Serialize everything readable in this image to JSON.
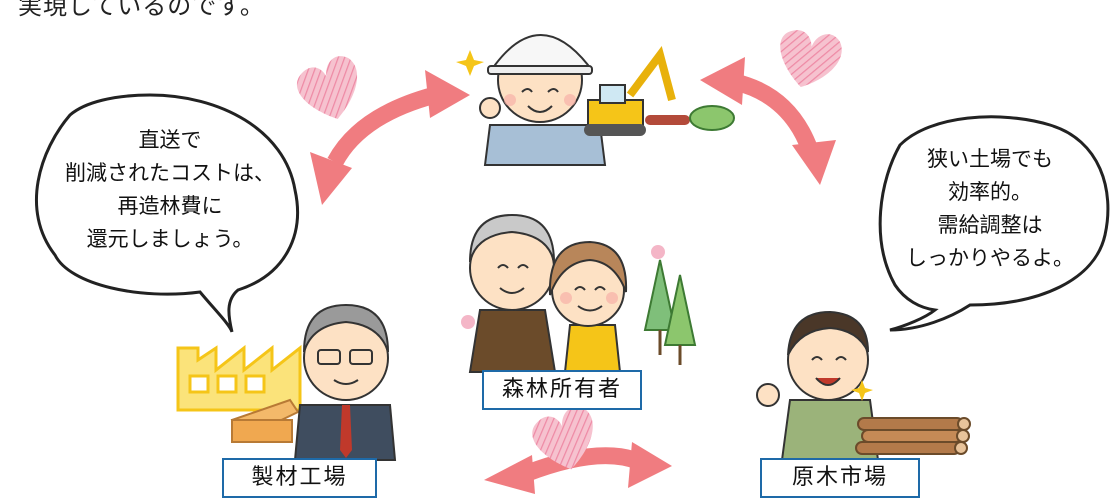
{
  "intro_text_fragment": "実現しているのです。",
  "bubbles": {
    "left": "直送で\n削減されたコストは、\n再造林費に\n還元しましょう。",
    "right": "狭い土場でも\n効率的。\n需給調整は\nしっかりやるよ。"
  },
  "labels": {
    "center": "森林所有者",
    "left": "製材工場",
    "right": "原木市場"
  },
  "colors": {
    "arrow": "#f07c80",
    "heart": "#f29bb0",
    "label_border": "#1e6aa8",
    "factory": "#f5c518",
    "tree": "#7fbf7a"
  },
  "icons": [
    "heart-icon",
    "circular-arrow-icon",
    "sparkle-icon",
    "flower-icon"
  ]
}
